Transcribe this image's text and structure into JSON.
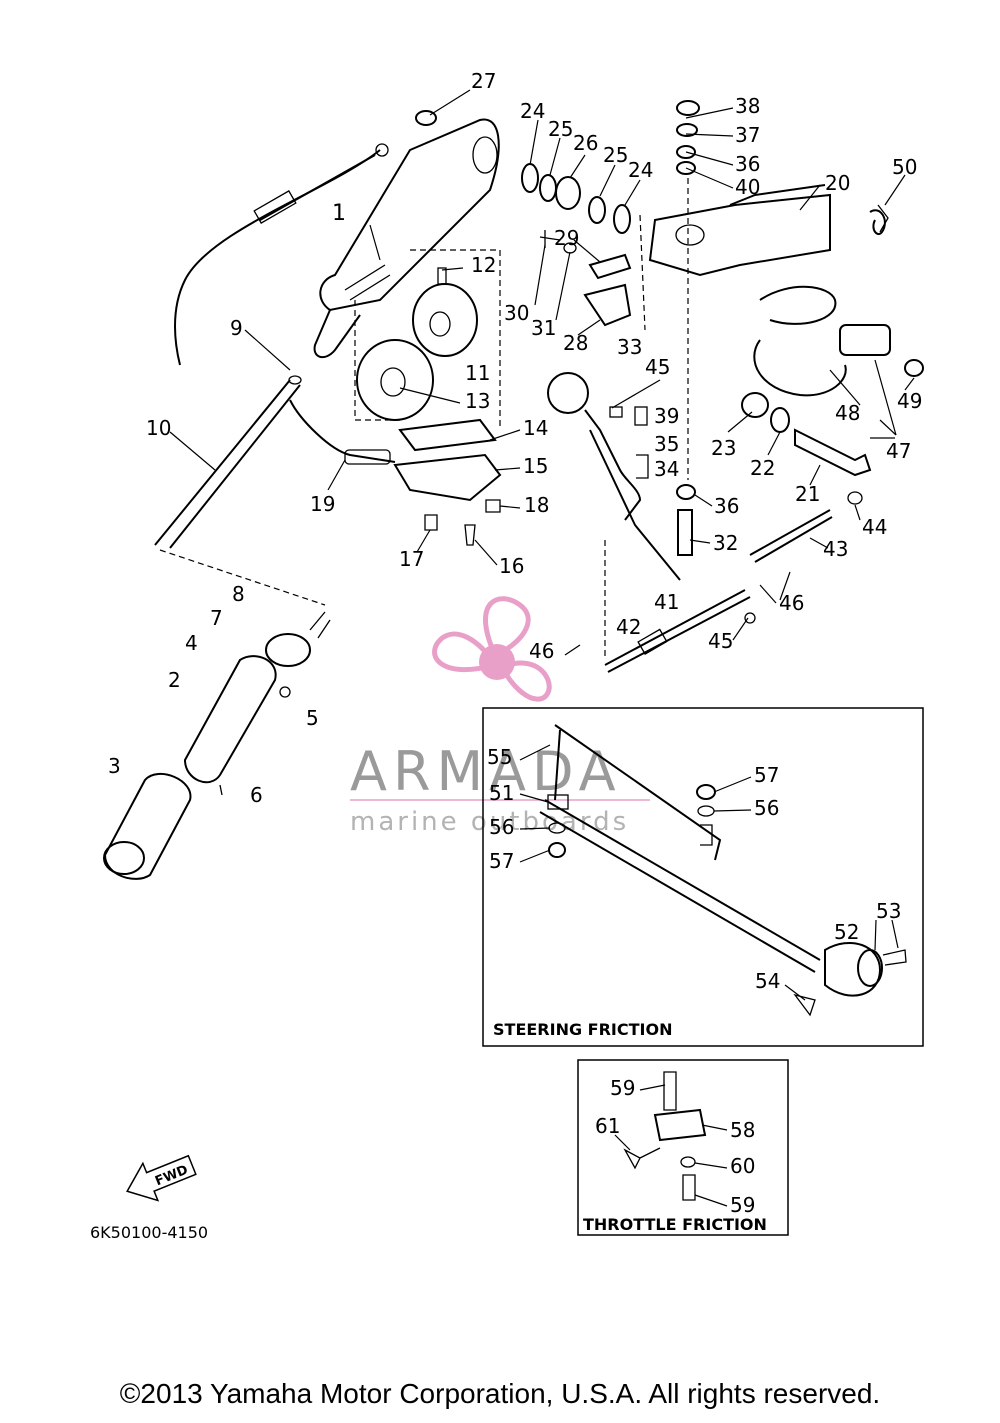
{
  "diagram": {
    "code": "6K50100-4150",
    "steering_friction_title": "STEERING FRICTION",
    "throttle_friction_title": "THROTTLE FRICTION",
    "fwd_label": "FWD",
    "watermark": {
      "name": "ARMADA",
      "subtitle": "marine outboards",
      "color": "#e8a0c8"
    }
  },
  "callouts": [
    "1",
    "2",
    "3",
    "4",
    "5",
    "6",
    "7",
    "8",
    "9",
    "10",
    "11",
    "12",
    "13",
    "14",
    "15",
    "16",
    "17",
    "18",
    "19",
    "20",
    "21",
    "22",
    "23",
    "24",
    "24",
    "25",
    "25",
    "26",
    "27",
    "28",
    "29",
    "30",
    "31",
    "32",
    "33",
    "34",
    "35",
    "36",
    "36",
    "37",
    "38",
    "39",
    "40",
    "41",
    "42",
    "43",
    "44",
    "45",
    "45",
    "46",
    "46",
    "47",
    "48",
    "49",
    "50",
    "51",
    "52",
    "53",
    "54",
    "55",
    "56",
    "56",
    "57",
    "57",
    "58",
    "59",
    "59",
    "60",
    "61"
  ],
  "footer": {
    "copyright": "©2013 Yamaha Motor Corporation, U.S.A. All rights reserved."
  }
}
